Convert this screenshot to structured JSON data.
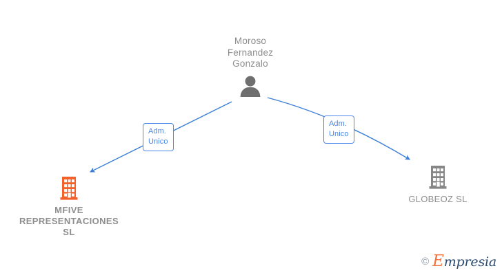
{
  "diagram": {
    "type": "relationship-graph",
    "background_color": "#ffffff",
    "edge_color": "#4a86e8",
    "person_color": "#6e6e6e",
    "company_active_color": "#f2622a",
    "company_inactive_color": "#878787",
    "text_color": "#8d8d8d"
  },
  "person": {
    "name": "Moroso\nFernandez\nGonzalo",
    "icon": "person-icon"
  },
  "companies": [
    {
      "id": "mfive",
      "name": "MFIVE\nREPRESENTACIONES\nSL",
      "icon": "building-icon",
      "color": "#f2622a",
      "bold": true
    },
    {
      "id": "globeoz",
      "name": "GLOBEOZ  SL",
      "icon": "building-icon",
      "color": "#878787",
      "bold": false
    }
  ],
  "edges": [
    {
      "id": "edge-left",
      "from": "person",
      "to": "mfive",
      "label": "Adm.\nUnico",
      "color": "#4a86e8"
    },
    {
      "id": "edge-right",
      "from": "person",
      "to": "globeoz",
      "label": "Adm.\nUnico",
      "color": "#4a86e8"
    }
  ],
  "watermark": {
    "copyright": "©",
    "brand_initial": "E",
    "brand_rest": "mpresia"
  }
}
